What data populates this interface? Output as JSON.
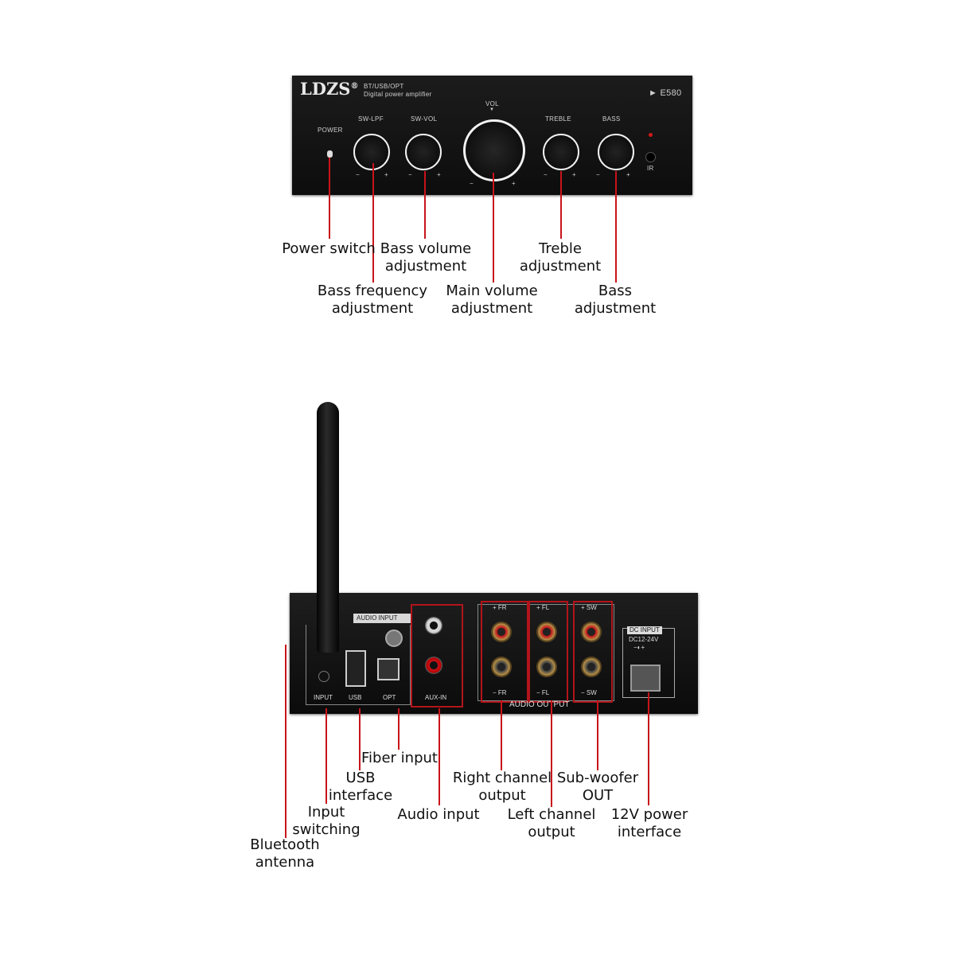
{
  "front_panel": {
    "brand": "LDZS",
    "brand_mark": "®",
    "subtitle_1": "BT/USB/OPT",
    "subtitle_2": "Digital power amplifier",
    "model": "► E580",
    "power": "POWER",
    "sw_lpf": "SW-LPF",
    "sw_vol": "SW-VOL",
    "vol": "VOL",
    "vol_mark": "▼",
    "treble": "TREBLE",
    "bass": "BASS",
    "ir": "IR",
    "minus": "−",
    "plus": "+"
  },
  "front_callouts": {
    "power_switch": "Power switch",
    "bass_volume_1": "Bass volume",
    "bass_volume_2": "adjustment",
    "treble_1": "Treble",
    "treble_2": "adjustment",
    "bass_freq_1": "Bass frequency",
    "bass_freq_2": "adjustment",
    "main_volume_1": "Main volume",
    "main_volume_2": "adjustment",
    "bass_1": "Bass",
    "bass_2": "adjustment"
  },
  "rear_panel": {
    "audio_input": "AUDIO INPUT",
    "input": "INPUT",
    "usb": "USB",
    "opt": "OPT",
    "aux_in": "AUX-IN",
    "fr_plus": "+ FR",
    "fl_plus": "+ FL",
    "sw_plus": "+ SW",
    "fr_minus": "− FR",
    "fl_minus": "− FL",
    "sw_minus": "− SW",
    "audio_output": "AUDIO OUTPUT",
    "dc_input": "DC INPUT",
    "dc_range": "DC12-24V",
    "dc_polarity": "−◐+"
  },
  "rear_callouts": {
    "fiber_input": "Fiber input",
    "usb_1": "USB",
    "usb_2": "interface",
    "input_sw_1": "Input",
    "input_sw_2": "switching",
    "bt_1": "Bluetooth",
    "bt_2": "antenna",
    "audio_input": "Audio input",
    "right_1": "Right channel",
    "right_2": "output",
    "left_1": "Left channel",
    "left_2": "output",
    "sub_1": "Sub-woofer",
    "sub_2": "OUT",
    "power_1": "12V power",
    "power_2": "interface"
  },
  "colors": {
    "callout_line": "#c8141a",
    "panel": "#141414",
    "knob_ring": "#f2f2f2"
  }
}
